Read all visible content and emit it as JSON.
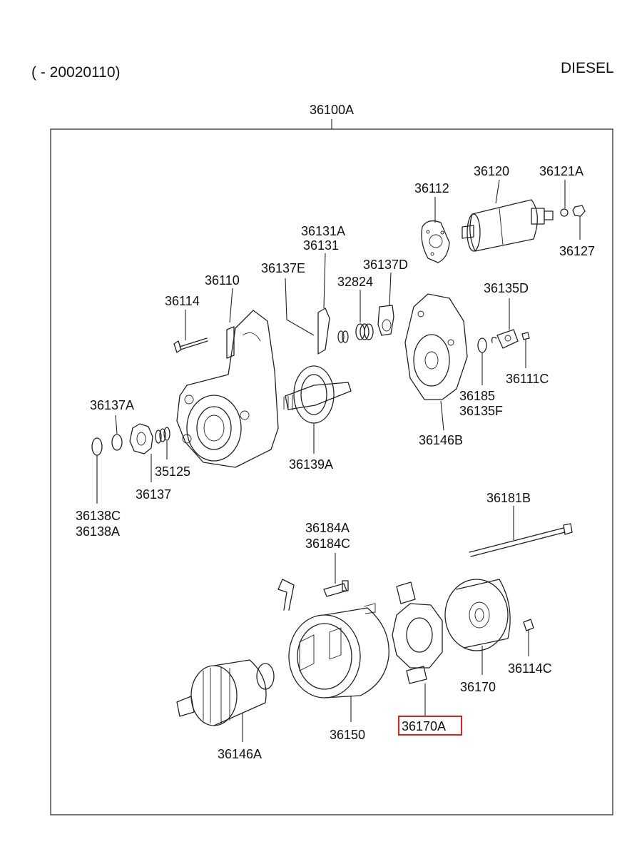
{
  "header": {
    "date_range": "( - 20020110)",
    "engine": "DIESEL"
  },
  "assembly": {
    "number": "36100A"
  },
  "highlight_color": "#e0201b",
  "parts": [
    {
      "id": "p36120",
      "text": "36120"
    },
    {
      "id": "p36121A",
      "text": "36121A"
    },
    {
      "id": "p36112",
      "text": "36112"
    },
    {
      "id": "p36127",
      "text": "36127"
    },
    {
      "id": "p36131A",
      "text": "36131A"
    },
    {
      "id": "p36131",
      "text": "36131"
    },
    {
      "id": "p36137E",
      "text": "36137E"
    },
    {
      "id": "p36137D",
      "text": "36137D"
    },
    {
      "id": "p36110",
      "text": "36110"
    },
    {
      "id": "p32824",
      "text": "32824"
    },
    {
      "id": "p36135D",
      "text": "36135D"
    },
    {
      "id": "p36114",
      "text": "36114"
    },
    {
      "id": "p36111C",
      "text": "36111C"
    },
    {
      "id": "p36185",
      "text": "36185"
    },
    {
      "id": "p36135F",
      "text": "36135F"
    },
    {
      "id": "p36137A",
      "text": "36137A"
    },
    {
      "id": "p36146B",
      "text": "36146B"
    },
    {
      "id": "p35125",
      "text": "35125"
    },
    {
      "id": "p36139A",
      "text": "36139A"
    },
    {
      "id": "p36137",
      "text": "36137"
    },
    {
      "id": "p36138C",
      "text": "36138C"
    },
    {
      "id": "p36138A",
      "text": "36138A"
    },
    {
      "id": "p36181B",
      "text": "36181B"
    },
    {
      "id": "p36184A",
      "text": "36184A"
    },
    {
      "id": "p36184C",
      "text": "36184C"
    },
    {
      "id": "p36114C",
      "text": "36114C"
    },
    {
      "id": "p36170",
      "text": "36170"
    },
    {
      "id": "p36170A",
      "text": "36170A",
      "highlighted": true
    },
    {
      "id": "p36150",
      "text": "36150"
    },
    {
      "id": "p36146A",
      "text": "36146A"
    }
  ]
}
